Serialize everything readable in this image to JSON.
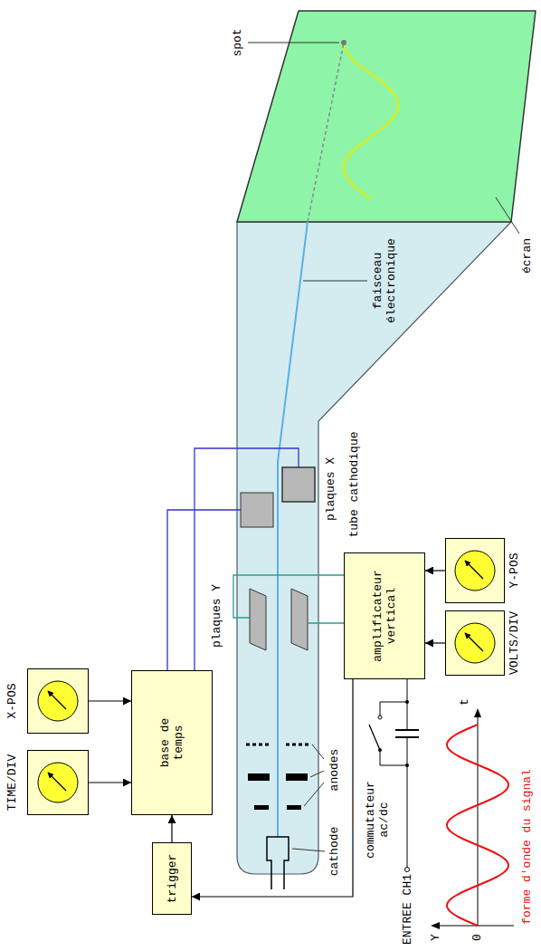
{
  "diagram": {
    "nodes": [
      {
        "text": [
          "TIME/DIV"
        ]
      },
      {
        "text": [
          "X-POS"
        ]
      },
      {
        "text": [
          "base de temps"
        ]
      },
      {
        "text": [
          "trigger"
        ]
      },
      {
        "text": [
          "amplificateur vertical"
        ]
      },
      {
        "text": [
          "VOLTS/DIV"
        ]
      },
      {
        "text": [
          "Y-POS"
        ]
      }
    ],
    "edges": [
      {
        "from": 0,
        "to": 2,
        "arrow": "to"
      },
      {
        "from": 1,
        "to": 2,
        "arrow": "to"
      },
      {
        "from": 3,
        "to": 2,
        "arrow": "to"
      },
      {
        "from": 4,
        "to": 3,
        "arrow": "to"
      },
      {
        "from": 5,
        "to": 4,
        "arrow": "to"
      },
      {
        "from": 6,
        "to": 4,
        "arrow": "to"
      }
    ],
    "labels": [
      "spot",
      "écran",
      "faisceau électronique",
      "tube cathodique",
      "plaques X",
      "plaques Y",
      "anodes",
      "cathode",
      "commutateur ac/dc",
      "ENTREE CH1",
      "forme d'onde du signal",
      "Y",
      "0",
      "t"
    ]
  }
}
